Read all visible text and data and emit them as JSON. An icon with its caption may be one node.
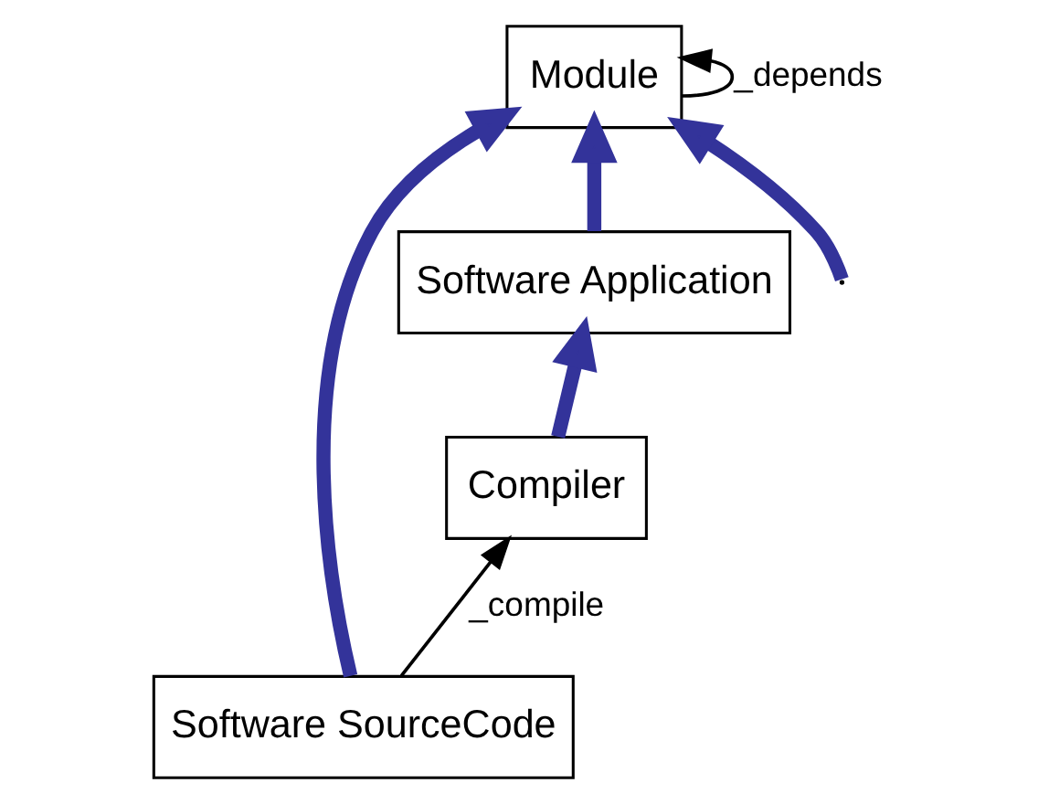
{
  "diagram": {
    "nodes": [
      {
        "text": [
          "Module"
        ]
      },
      {
        "text": [
          "Software Application"
        ]
      },
      {
        "text": [
          "Software SourceCode"
        ]
      },
      {
        "text": [
          "Compiler"
        ]
      }
    ],
    "edges": [
      {
        "from": 0,
        "to": 0,
        "arrow": "to",
        "label": "_depends",
        "color": "#000000"
      },
      {
        "from": 2,
        "to": 0,
        "arrow": "to"
      },
      {
        "from": null,
        "to": 0,
        "arrow": "to"
      },
      {
        "from": 1,
        "to": 0,
        "arrow": "to"
      },
      {
        "from": 3,
        "to": 1,
        "arrow": "to"
      },
      {
        "from": 2,
        "to": 3,
        "arrow": "to",
        "label": "_compile",
        "color": "#000000"
      }
    ]
  }
}
